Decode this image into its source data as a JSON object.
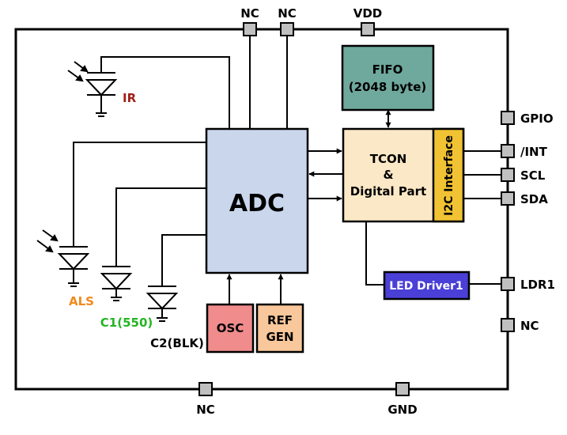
{
  "pins": {
    "nc_top_1": "NC",
    "nc_top_2": "NC",
    "vdd": "VDD",
    "gpio": "GPIO",
    "int": "/INT",
    "scl": "SCL",
    "sda": "SDA",
    "ldr1": "LDR1",
    "nc_right": "NC",
    "nc_bottom": "NC",
    "gnd": "GND"
  },
  "blocks": {
    "fifo_line1": "FIFO",
    "fifo_line2": "(2048 byte)",
    "adc": "ADC",
    "tcon_line1": "TCON",
    "tcon_line2": "&",
    "tcon_line3": "Digital Part",
    "i2c": "I2C Interface",
    "led_driver": "LED Driver1",
    "osc": "OSC",
    "ref_line1": "REF",
    "ref_line2": "GEN"
  },
  "sensors": {
    "ir": "IR",
    "als": "ALS",
    "c1": "C1(550)",
    "c2": "C2(BLK)"
  },
  "colors": {
    "fifo": "#6fa89c",
    "adc": "#c9d6ec",
    "tcon": "#fbe8c6",
    "i2c": "#f1c233",
    "led_driver": "#4a3fd6",
    "osc": "#f08c8c",
    "ref": "#f8c79b",
    "pin": "#c0c0c0",
    "ir_label": "#a0201a",
    "als_label": "#f08a1a",
    "c1_label": "#22b522",
    "c2_label": "#000000"
  }
}
